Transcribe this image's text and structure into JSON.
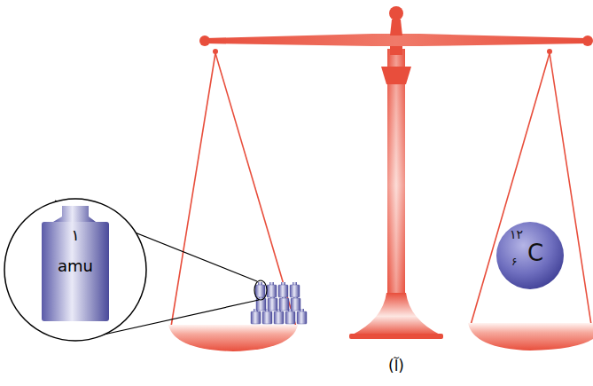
{
  "diagram": {
    "caption": "(آ)",
    "nodes": [
      {
        "text": [
          "۱",
          "amu"
        ]
      },
      {
        "text": [
          "۱۲",
          "۶",
          "C"
        ]
      }
    ]
  }
}
